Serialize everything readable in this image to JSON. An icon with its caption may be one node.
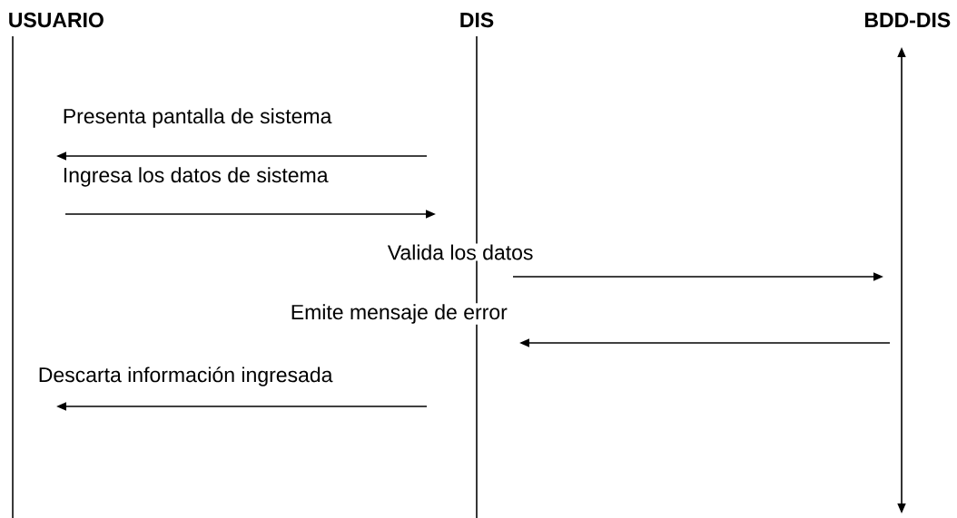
{
  "diagram": {
    "nodes": [
      {
        "text": [
          "USUARIO"
        ]
      },
      {
        "text": [
          "DIS"
        ]
      },
      {
        "text": [
          "BDD-DIS"
        ]
      }
    ],
    "edges": [
      {
        "from": 1,
        "to": 0,
        "arrow": "to",
        "label": "Presenta pantalla de sistema"
      },
      {
        "from": 0,
        "to": 1,
        "arrow": "to",
        "label": "Ingresa los datos de sistema"
      },
      {
        "from": 1,
        "to": 2,
        "arrow": "to",
        "label": "Valida los datos"
      },
      {
        "from": 2,
        "to": 1,
        "arrow": "to",
        "label": "Emite mensaje de error"
      },
      {
        "from": 1,
        "to": 0,
        "arrow": "to",
        "label": "Descarta información ingresada"
      }
    ]
  }
}
